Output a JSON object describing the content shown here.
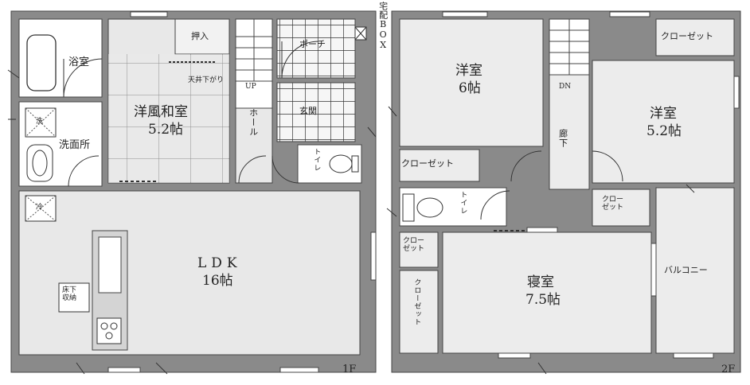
{
  "floor1": {
    "label": "1F",
    "rooms": {
      "bath": "浴室",
      "washroom": "洗面所",
      "japanese_room": "洋風和室",
      "japanese_room_size": "5.2帖",
      "oshiire": "押入",
      "low_ceiling": "天井下がり",
      "porch": "ポーチ",
      "hall": "ホール",
      "entrance": "玄関",
      "toilet": "トイレ",
      "ldk": "LDK",
      "ldk_size": "16帖",
      "underfloor_storage": "床下\n収納",
      "up": "UP",
      "washer": "洗",
      "fridge": "冷"
    },
    "delivery_box": "宅配BOX"
  },
  "floor2": {
    "label": "2F",
    "rooms": {
      "western_room_a": "洋室",
      "western_room_a_size": "6帖",
      "western_room_b": "洋室",
      "western_room_b_size": "5.2帖",
      "closet_top": "クローゼット",
      "closet_left": "クローゼット",
      "corridor": "廊下",
      "dn": "DN",
      "toilet": "トイレ",
      "closet_small": "クロー\nゼット",
      "closet_bed_1": "クロー\nゼット",
      "closet_bed_2": "クローゼット",
      "bedroom": "寝室",
      "bedroom_size": "7.5帖",
      "balcony": "バルコニー"
    }
  },
  "colors": {
    "wall": "#8a8a8a",
    "wall_dark": "#6e6e6e",
    "room_fill": "#ececec",
    "wet_fill": "#ffffff",
    "line": "#333333"
  }
}
